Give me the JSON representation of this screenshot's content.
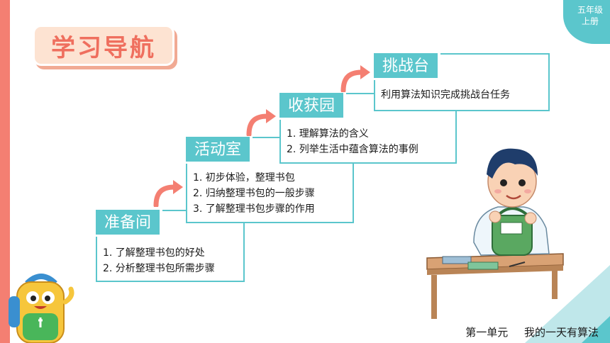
{
  "header": {
    "title": "学习导航",
    "grade": "五年级",
    "volume": "上册"
  },
  "steps": [
    {
      "title": "准备间",
      "lines": [
        "1. 了解整理书包的好处",
        "2. 分析整理书包所需步骤"
      ]
    },
    {
      "title": "活动室",
      "lines": [
        "1. 初步体验，整理书包",
        "2. 归纳整理书包的一般步骤",
        "3. 了解整理书包步骤的作用"
      ]
    },
    {
      "title": "收获园",
      "lines": [
        "1. 理解算法的含义",
        "2. 列举生活中蕴含算法的事例"
      ]
    },
    {
      "title": "挑战台",
      "lines": [
        "利用算法知识完成挑战台任务"
      ]
    }
  ],
  "footer": {
    "unit": "第一单元",
    "lesson": "我的一天有算法"
  },
  "colors": {
    "accent_teal": "#5bc6cc",
    "title_coral": "#ef6f5e",
    "arrow_coral": "#f47f72"
  },
  "icons": {
    "mascot": "backpack-mascot-icon",
    "student": "student-with-backpack-icon",
    "arrow": "curved-arrow-icon"
  }
}
